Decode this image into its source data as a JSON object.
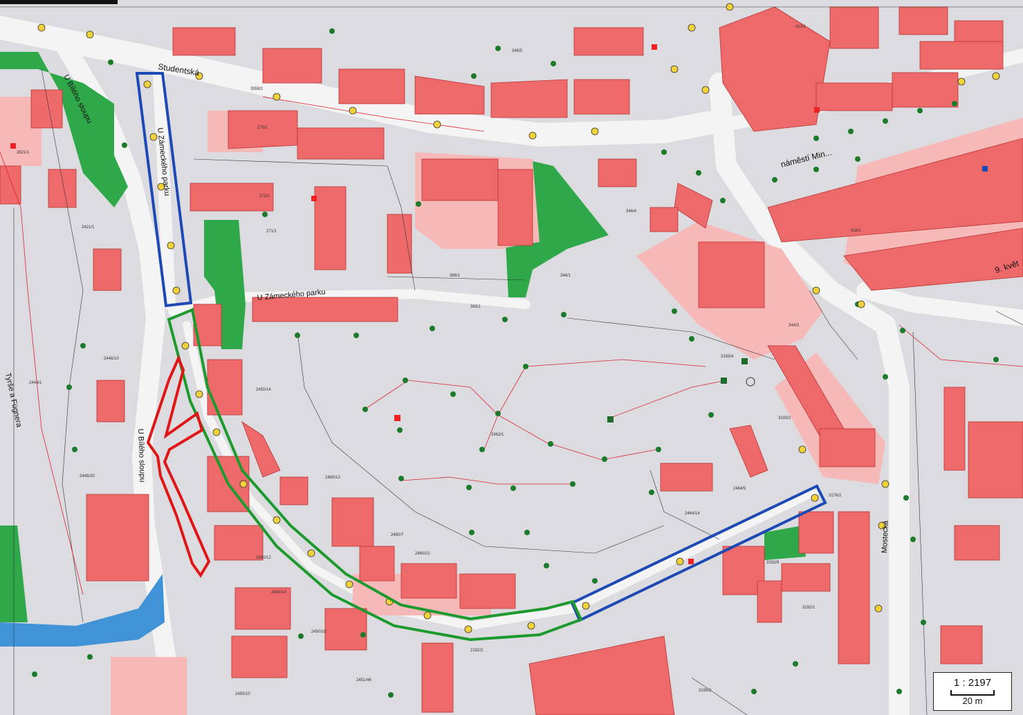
{
  "map": {
    "streets": {
      "studentska": "Studentská",
      "u_zameckeho_parku_vertical": "U Zámeckého parku",
      "u_zameckeho_parku_horizontal": "U Zámeckého parku",
      "u_bileho_sloupu_north": "U Bílého sloupu",
      "u_bileho_sloupu_south": "U Bílého sloupu",
      "tyrse_a_fugnera": "Tyrše a Fügnera",
      "namesti_min": "náměstí Min...",
      "devet_kvetna": "9. květ",
      "mostecka": "Mostecká"
    },
    "parcels": [
      "2621/1",
      "2421/1",
      "2444/1",
      "2446/10",
      "2448/20",
      "2450/14",
      "2462/1",
      "2460/13",
      "2460/7",
      "2460/21",
      "2450/14",
      "2450/12",
      "2451/46",
      "2450/10",
      "2450/10",
      "3195/2",
      "2464/14",
      "2464/5",
      "3192/1",
      "3193/2",
      "3193/4",
      "3192/9",
      "2192/2",
      "3176/2",
      "271/1",
      "272/1",
      "3558/1",
      "366/1",
      "363/1",
      "346/1",
      "344/3",
      "348/4",
      "348/5",
      "418/1",
      "413/1",
      "275/1"
    ],
    "scale": {
      "ratio": "1 : 2197",
      "length": "20 m"
    },
    "colors": {
      "building": "#ee6a6a",
      "building_light": "#f7b8b8",
      "green_area": "#2fa84a",
      "water": "#3f93d6",
      "blue_outline": "#1d49b5",
      "red_outline": "#e01515",
      "green_outline": "#1d9a2e",
      "background": "#d9d9dd"
    },
    "icons": [
      "tree-icon",
      "lamp-icon",
      "marker-icon"
    ]
  }
}
